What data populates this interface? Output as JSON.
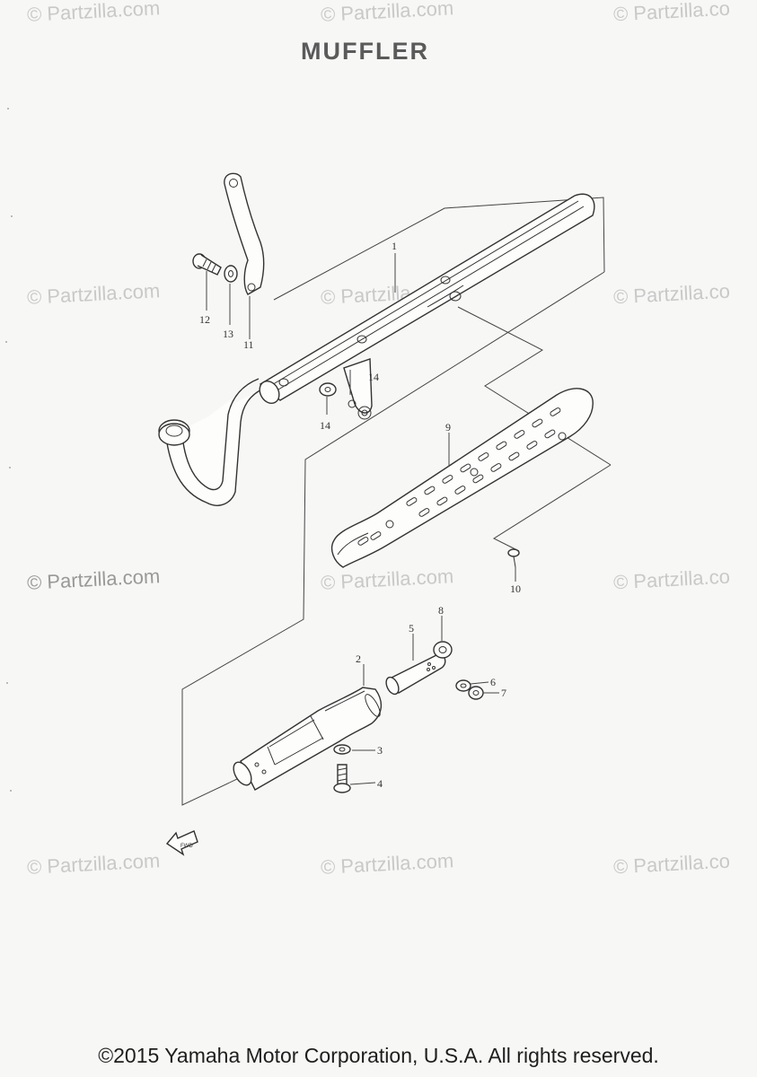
{
  "title": "MUFFLER",
  "watermark_text": "© Partzilla.com",
  "watermark_text_cut": "© Partzilla.co",
  "copyright": "©2015 Yamaha Motor Corporation, U.S.A. All rights reserved.",
  "callouts": {
    "c1": "1",
    "c2": "2",
    "c3": "3",
    "c4": "4",
    "c5": "5",
    "c6": "6",
    "c7": "7",
    "c8": "8",
    "c9": "9",
    "c10": "10",
    "c11": "11",
    "c12": "12",
    "c13": "13",
    "c14a": "14",
    "c14b": "14"
  },
  "front_arrow_label": "FWD",
  "colors": {
    "line": "#333333",
    "watermark": "#c9c9c9",
    "background": "#f7f7f5"
  }
}
